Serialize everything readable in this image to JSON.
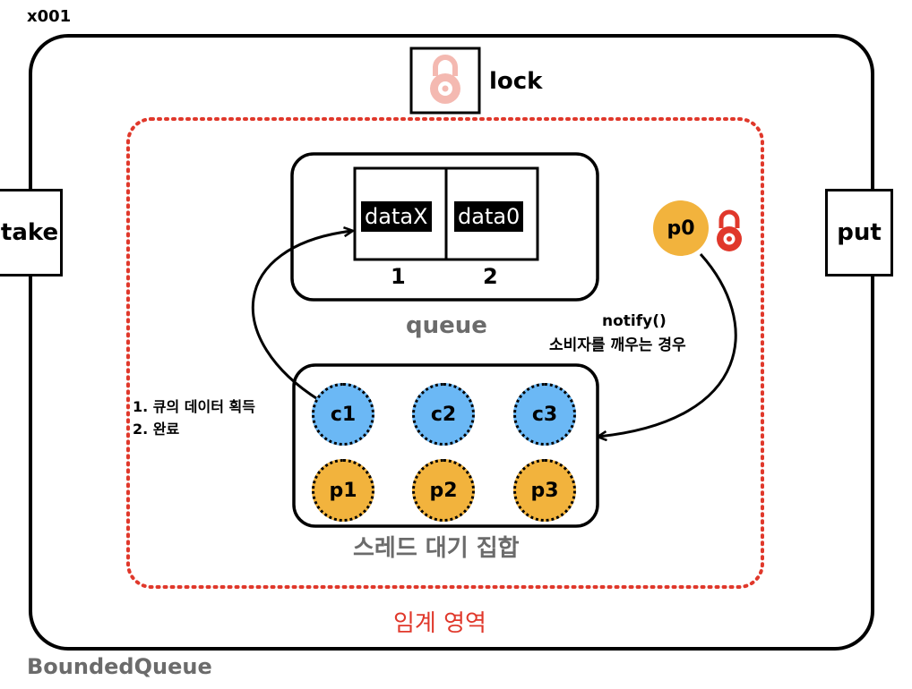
{
  "instance_ref": "x001",
  "component_name": "BoundedQueue",
  "lock_label": "lock",
  "methods": {
    "take": "take",
    "put": "put"
  },
  "critical_section_label": "임계 영역",
  "queue": {
    "label": "queue",
    "cells": [
      {
        "value": "dataX",
        "index": "1"
      },
      {
        "value": "data0",
        "index": "2"
      }
    ]
  },
  "wait_set": {
    "label": "스레드 대기 집합",
    "consumers": [
      "c1",
      "c2",
      "c3"
    ],
    "producers": [
      "p1",
      "p2",
      "p3"
    ]
  },
  "active_producer": "p0",
  "notify_note": {
    "line1": "notify()",
    "line2": "소비자를 깨우는 경우"
  },
  "consumer_steps": [
    "1. 큐의 데이터 획득",
    "2. 완료"
  ],
  "colors": {
    "consumer": "#6bb8f5",
    "producer": "#f2b33d",
    "critical_border": "#e0382b",
    "lock_pale": "#f4b9b1",
    "lock_active": "#e0382b",
    "muted_text": "#6b6b6b"
  },
  "icons": {
    "lock": "padlock-icon"
  }
}
